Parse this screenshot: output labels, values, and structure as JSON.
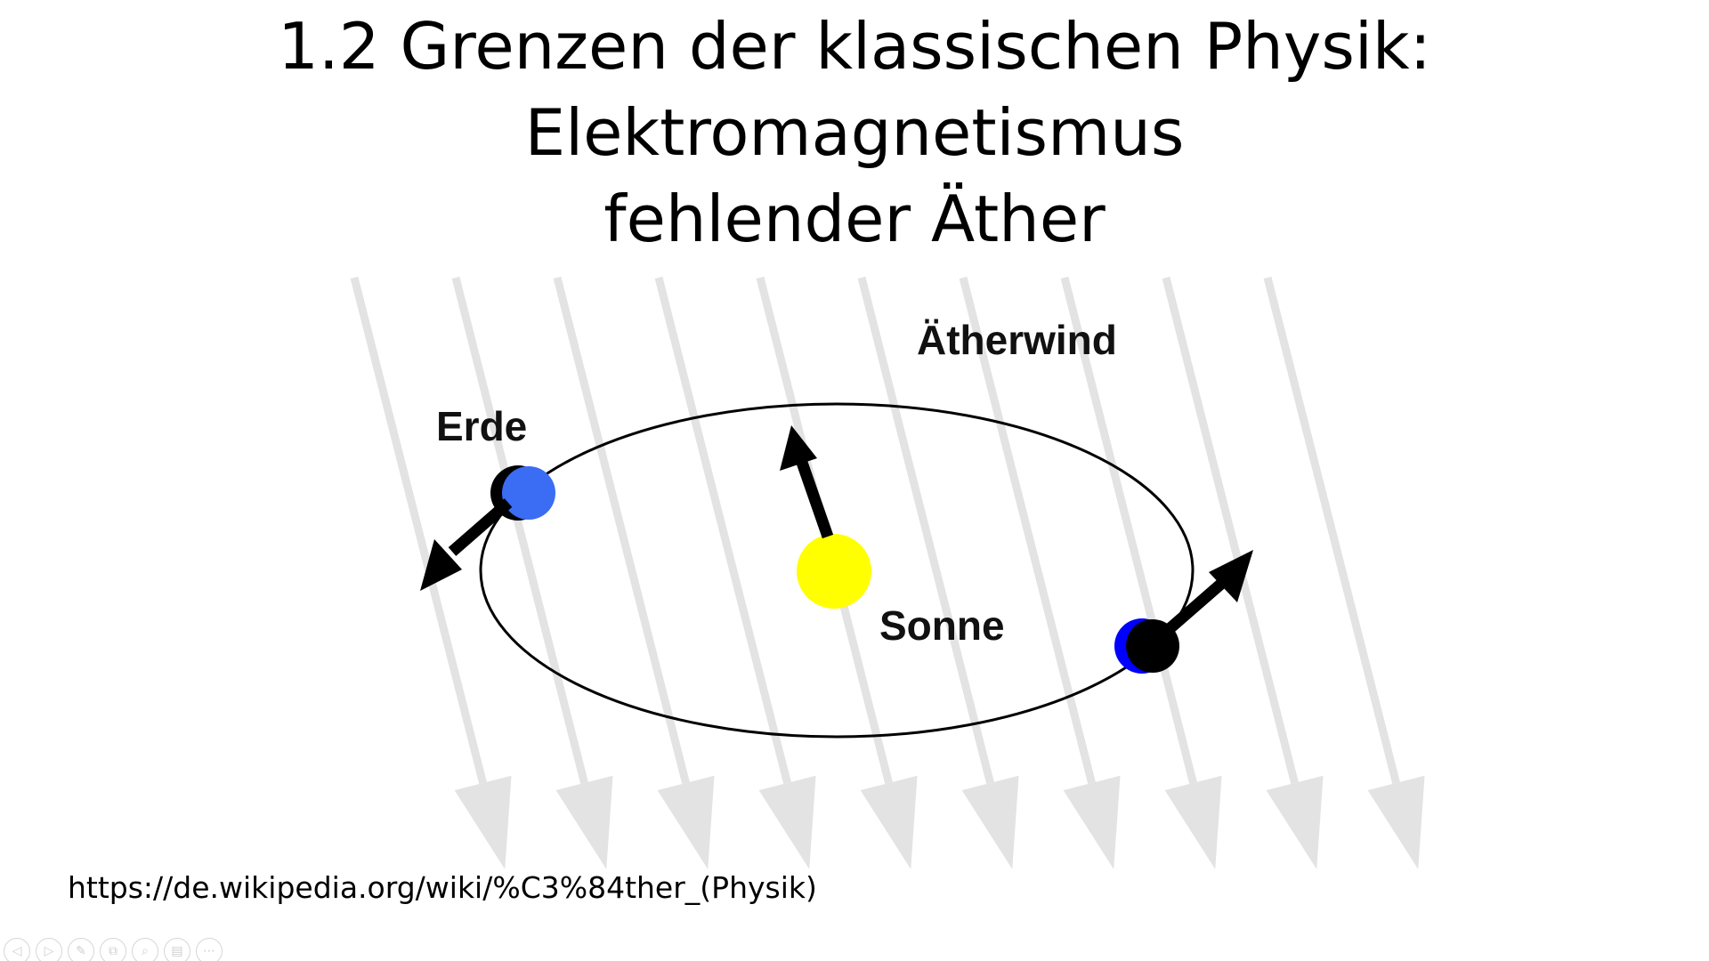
{
  "slide": {
    "title_lines": [
      "1.2 Grenzen der klassischen Physik:",
      "Elektromagnetismus",
      "fehlender Äther"
    ],
    "source": "https://de.wikipedia.org/wiki/%C3%84ther_(Physik)"
  },
  "diagram": {
    "labels": {
      "wind": "Ätherwind",
      "earth": "Erde",
      "sun": "Sonne"
    },
    "colors": {
      "wind_arrows": "#e3e3e3",
      "orbit": "#000000",
      "sun": "#ffff00",
      "earth_left": "#3a6cf4",
      "earth_right": "#0000ff",
      "earth_shadow": "#000000",
      "motion_arrows": "#000000"
    }
  },
  "toolbar": {
    "buttons": [
      {
        "name": "previous-slide-button",
        "icon": "arrow-left-icon",
        "glyph": "◁"
      },
      {
        "name": "next-slide-button",
        "icon": "arrow-right-icon",
        "glyph": "▷"
      },
      {
        "name": "pen-button",
        "icon": "pen-icon",
        "glyph": "✎"
      },
      {
        "name": "see-all-slides-button",
        "icon": "slides-grid-icon",
        "glyph": "⧉"
      },
      {
        "name": "zoom-button",
        "icon": "magnifier-icon",
        "glyph": "⌕"
      },
      {
        "name": "subtitles-button",
        "icon": "subtitles-icon",
        "glyph": "▤"
      },
      {
        "name": "more-options-button",
        "icon": "ellipsis-icon",
        "glyph": "⋯"
      }
    ]
  }
}
